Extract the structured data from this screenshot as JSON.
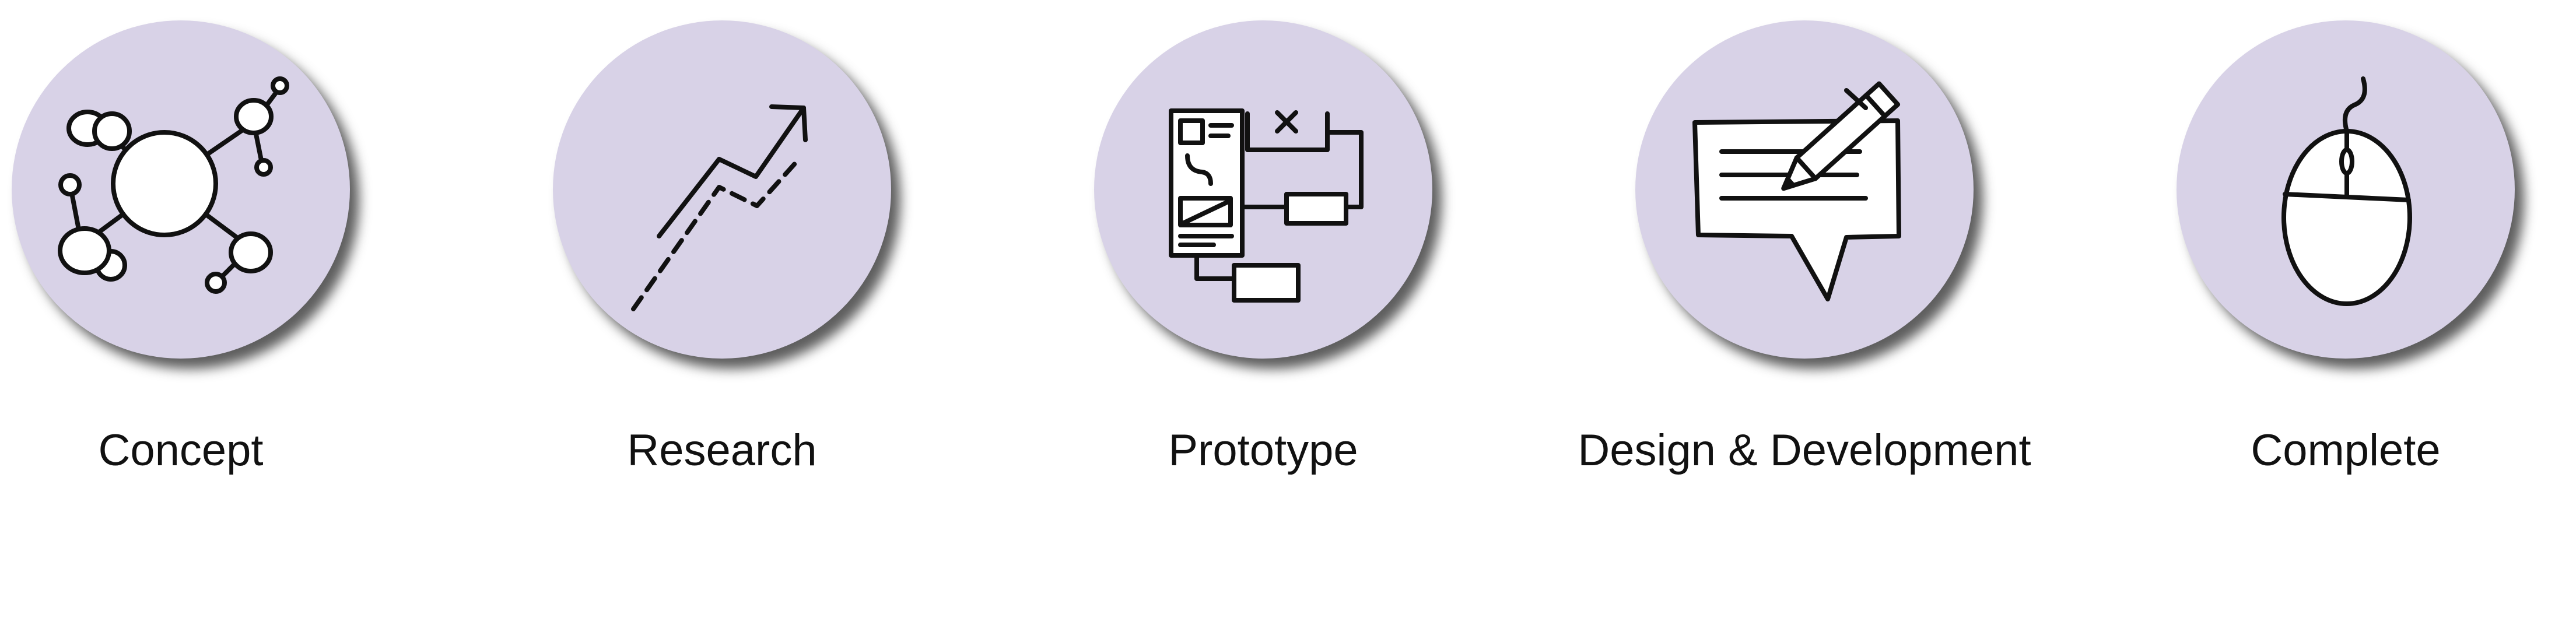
{
  "colors": {
    "circle_fill": "#d8d2e7",
    "stroke": "#111111",
    "background": "#ffffff"
  },
  "steps": [
    {
      "label": "Concept",
      "icon": "network-nodes-icon"
    },
    {
      "label": "Research",
      "icon": "trend-arrow-icon"
    },
    {
      "label": "Prototype",
      "icon": "flowchart-wireframe-icon"
    },
    {
      "label": "Design & Development",
      "icon": "speech-bubble-pencil-icon"
    },
    {
      "label": "Complete",
      "icon": "computer-mouse-icon"
    }
  ]
}
